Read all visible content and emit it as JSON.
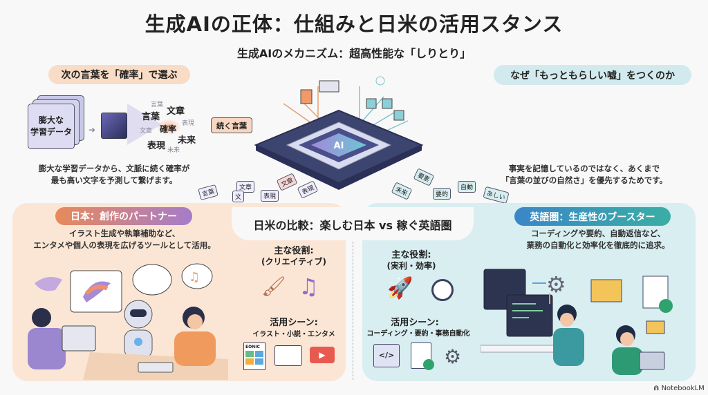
{
  "title": "生成AIの正体：仕組みと日米の活用スタンス",
  "subtitle": "生成AIのメカニズム：超高性能な「しりとり」",
  "left_top": {
    "heading": "次の言葉を「確率」で選ぶ",
    "data_label": "膨大な\n学習データ",
    "words": [
      "言葉",
      "文章",
      "表現",
      "確率",
      "未来",
      "文章",
      "表現",
      "未来",
      "言葉"
    ],
    "next_words": "続く言葉",
    "description": [
      "膨大な学習データから、文脈に続く確率が",
      "最も高い文字を予測して繋げます。"
    ]
  },
  "right_top": {
    "heading": "なぜ「もっともらしい嘘」をつくのか",
    "description": [
      "事実を記憶しているのではなく、あくまで",
      "「言葉の並びの自然さ」を優先するためです。"
    ]
  },
  "chip": {
    "label": "AI",
    "tokens": [
      "言葉",
      "文章",
      "文",
      "表現",
      "文章",
      "表現",
      "未来",
      "要約",
      "自動",
      "あしい",
      "要素"
    ]
  },
  "comparison_title": "日米の比較：楽しむ日本 vs 稼ぐ英語圏",
  "japan": {
    "heading": "日本：創作のパートナー",
    "description": [
      "イラスト生成や執筆補助など、",
      "エンタメや個人の表現を広げるツールとして活用。"
    ],
    "role_label": "主な役割:",
    "role_value": "(クリエイティブ)",
    "scene_label": "活用シーン:",
    "scene_value": "イラスト・小説・エンタメ",
    "comic_label": "EONIC"
  },
  "english": {
    "heading": "英語圏：生産性のブースター",
    "description": [
      "コーディングや要約、自動返信など、",
      "業務の自動化と効率化を徹底的に追求。"
    ],
    "role_label": "主な役割:",
    "role_value": "(実利・効率)",
    "scene_label": "活用シーン:",
    "scene_value": "コーディング・要約・事務自動化",
    "code_icon": "</>"
  },
  "footer": {
    "brand": "NotebookLM"
  },
  "colors": {
    "peach": "#f8dcc6",
    "blue": "#d2eaee",
    "japan_bg": "#fbe6d6",
    "english_bg": "#d8eef1"
  }
}
